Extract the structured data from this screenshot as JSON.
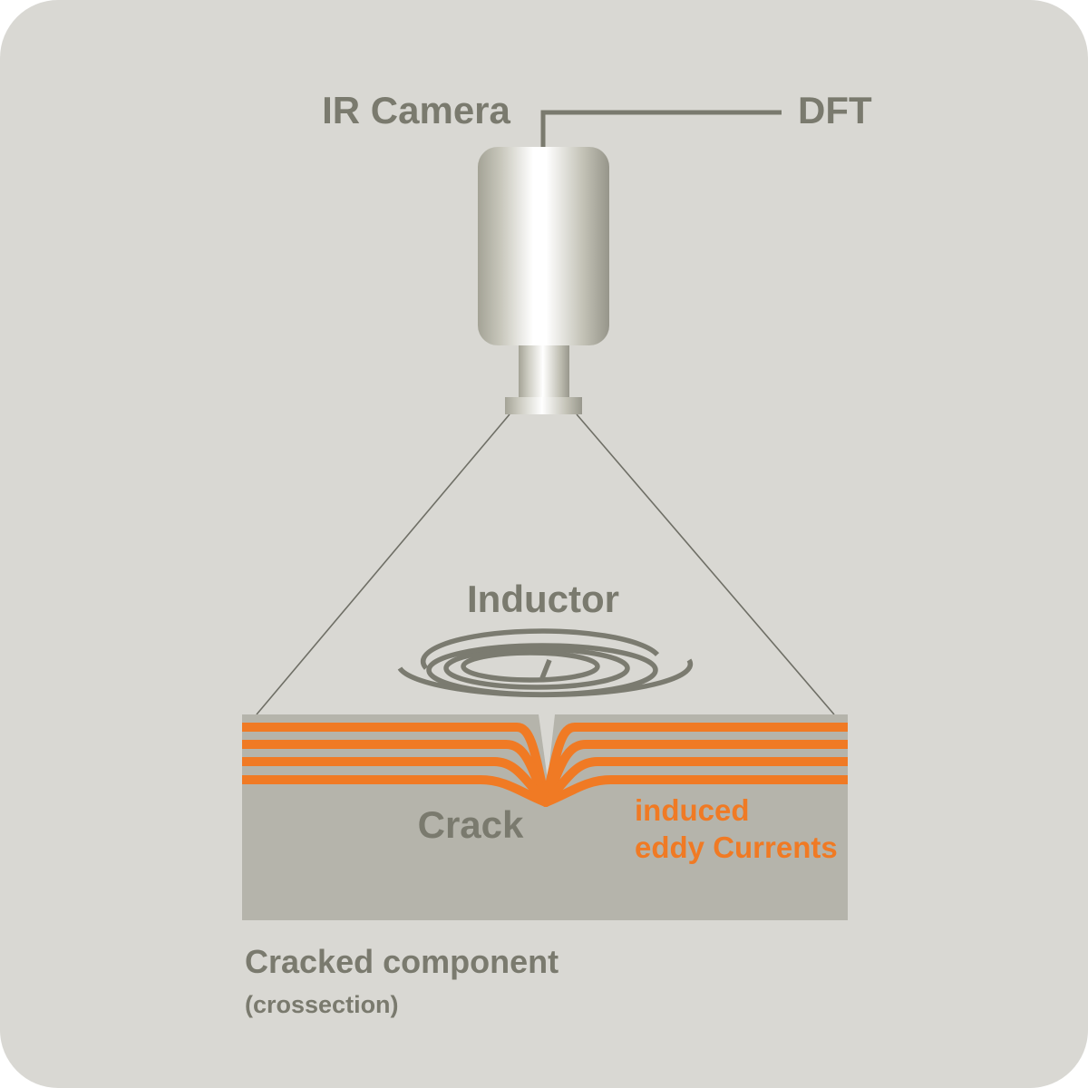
{
  "labels": {
    "camera": "IR Camera",
    "dft": "DFT",
    "inductor": "Inductor",
    "crack": "Crack",
    "eddy_line1": "induced",
    "eddy_line2": "eddy Currents",
    "component_title": "Cracked component",
    "component_subtitle": "(crossection)"
  },
  "colors": {
    "background": "#d9d8d3",
    "text_gray": "#7a7a6e",
    "eddy_orange": "#f07a24",
    "component": "#b5b4ab"
  }
}
